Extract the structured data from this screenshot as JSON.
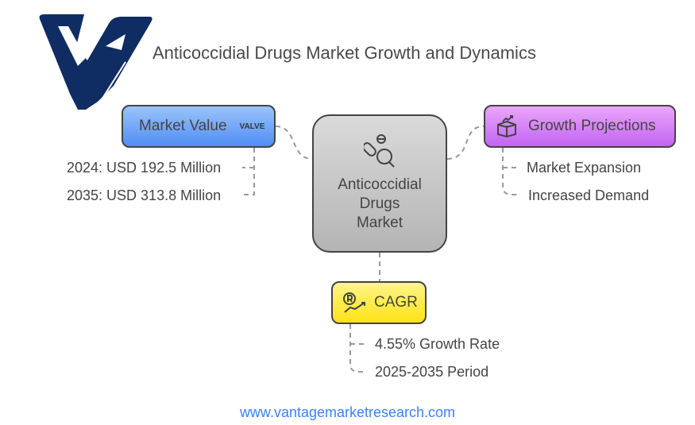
{
  "header": {
    "title": "Anticoccidial Drugs Market Growth and Dynamics",
    "logo_text": "V"
  },
  "center": {
    "line1": "Anticoccidial",
    "line2": "Drugs",
    "line3": "Market"
  },
  "market_value": {
    "label": "Market Value",
    "badge": "VALVE",
    "items": [
      "2024: USD 192.5 Million",
      "2035: USD 313.8 Million"
    ]
  },
  "growth": {
    "label": "Growth Projections",
    "items": [
      "Market Expansion",
      "Increased Demand"
    ]
  },
  "cagr": {
    "label": "CAGR",
    "items": [
      "4.55% Growth Rate",
      "2025-2035 Period"
    ]
  },
  "footer": {
    "url": "www.vantagemarketresearch.com"
  },
  "colors": {
    "logo": "#0f2d63",
    "blue": "#4f8ef5",
    "purple": "#c264f1",
    "yellow": "#ffe315",
    "url": "#3b82f6"
  }
}
